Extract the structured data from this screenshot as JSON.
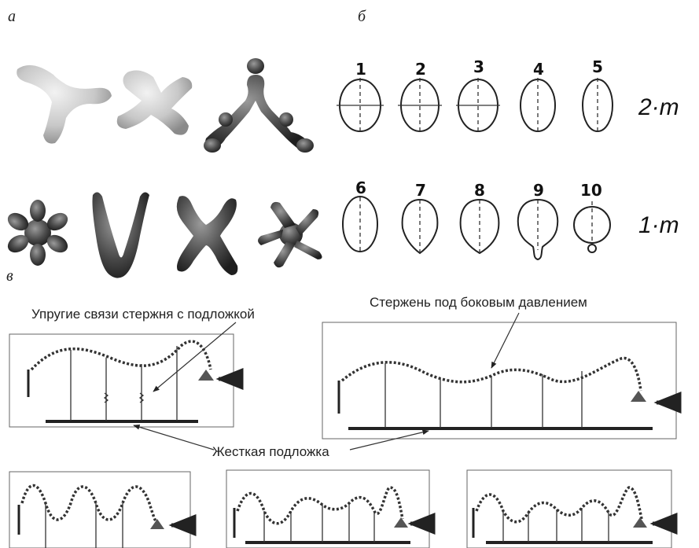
{
  "panels": {
    "a": "а",
    "b": "б",
    "v": "в"
  },
  "modes": {
    "row1": [
      "1",
      "2",
      "3",
      "4",
      "5"
    ],
    "row2": [
      "6",
      "7",
      "8",
      "9",
      "10"
    ],
    "row1_label": "2·m",
    "row2_label": "1·m"
  },
  "callouts": {
    "springs": "Упругие связи стержня с подложкой",
    "rod": "Стержень под боковым давлением",
    "substrate": "Жесткая подложка"
  }
}
